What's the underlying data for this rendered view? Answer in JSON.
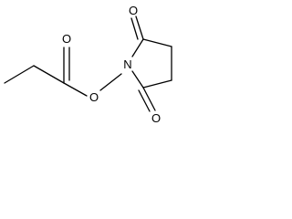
{
  "atoms": {
    "ester_carbonyl_oxygen": "O",
    "ester_bridge_oxygen": "O",
    "imide_nitrogen": "N",
    "ring_carbonyl_oxygen_top": "O",
    "ring_carbonyl_oxygen_bottom": "O"
  }
}
